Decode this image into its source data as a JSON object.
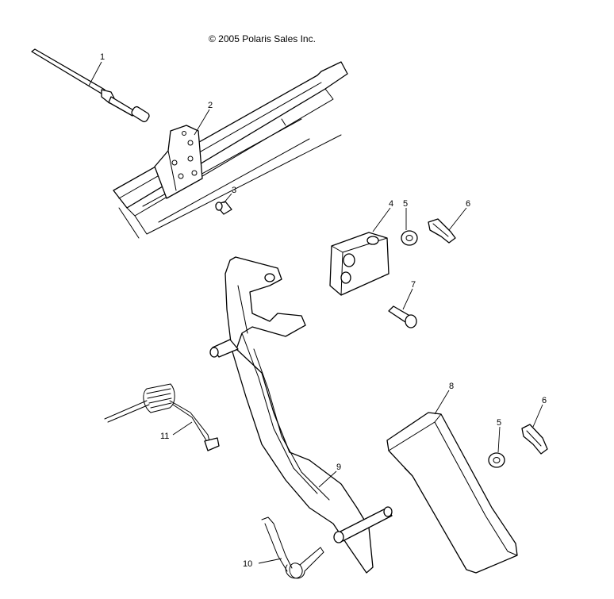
{
  "copyright": "© 2005 Polaris Sales Inc.",
  "callouts": [
    {
      "id": "1",
      "name": "callout-1"
    },
    {
      "id": "2",
      "name": "callout-2"
    },
    {
      "id": "3",
      "name": "callout-3"
    },
    {
      "id": "4",
      "name": "callout-4"
    },
    {
      "id": "5",
      "name": "callout-5-upper"
    },
    {
      "id": "6",
      "name": "callout-6-upper"
    },
    {
      "id": "7",
      "name": "callout-7"
    },
    {
      "id": "8",
      "name": "callout-8"
    },
    {
      "id": "5",
      "name": "callout-5-lower"
    },
    {
      "id": "6",
      "name": "callout-6-lower"
    },
    {
      "id": "9",
      "name": "callout-9"
    },
    {
      "id": "10",
      "name": "callout-10"
    },
    {
      "id": "11",
      "name": "callout-11"
    }
  ]
}
